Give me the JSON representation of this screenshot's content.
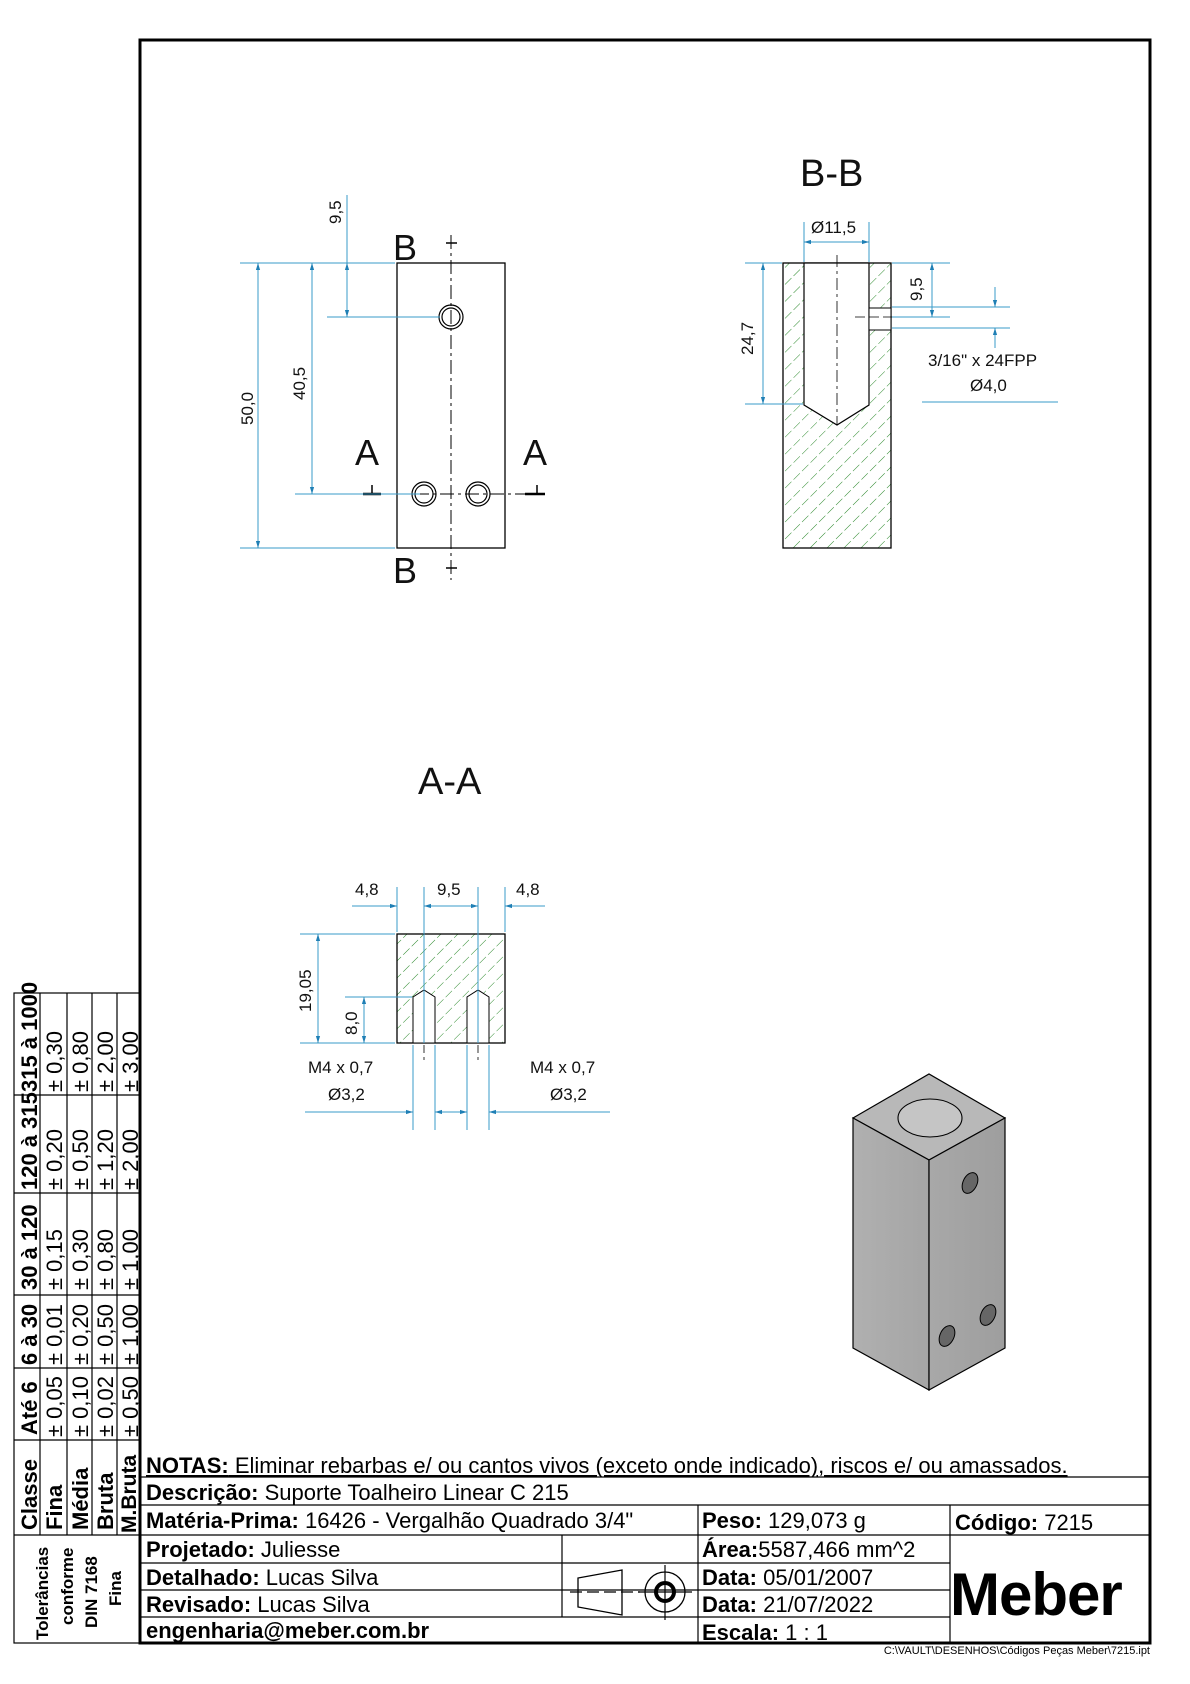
{
  "views": {
    "top": {
      "section_labels": {
        "b_top": "B",
        "b_bottom": "B",
        "a_left": "A",
        "a_right": "A"
      },
      "dims": {
        "overall_height": "50,0",
        "hole_pair_offset": "40,5",
        "top_hole_offset": "9,5"
      }
    },
    "section_bb": {
      "title": "B-B",
      "dims": {
        "bore_diameter": "Ø11,5",
        "bore_depth": "24,7",
        "side_hole_offset": "9,5",
        "thread_spec": "3/16\" x 24FPP",
        "thread_drill": "Ø4,0"
      }
    },
    "section_aa": {
      "title": "A-A",
      "dims": {
        "left_edge": "4,8",
        "hole_spacing": "9,5",
        "right_edge": "4,8",
        "height": "19,05",
        "hole_depth": "8,0",
        "thread_left": "M4 x 0,7",
        "drill_left": "Ø3,2",
        "thread_right": "M4 x 0,7",
        "drill_right": "Ø3,2"
      }
    },
    "iso": {
      "name": "isometric-view"
    }
  },
  "tolerance_table": {
    "header": [
      "Classe",
      "Até 6",
      "6 à 30",
      "30 à 120",
      "120 à 315",
      "315 à 1000"
    ],
    "rows": [
      [
        "Fina",
        "± 0,05",
        "± 0,01",
        "± 0,15",
        "± 0,20",
        "± 0,30"
      ],
      [
        "Média",
        "± 0,10",
        "± 0,20",
        "± 0,30",
        "± 0,50",
        "± 0,80"
      ],
      [
        "Bruta",
        "± 0,02",
        "± 0,50",
        "± 0,80",
        "± 1,20",
        "± 2,00"
      ],
      [
        "M.Bruta",
        "± 0,50",
        "± 1,00",
        "± 1,00",
        "± 2,00",
        "± 3,00"
      ]
    ],
    "footer": [
      "Tolerâncias",
      "conforme",
      "DIN 7168",
      "Fina"
    ]
  },
  "title_block": {
    "notes_label": "NOTAS:",
    "notes_text": " Eliminar rebarbas e/ ou cantos vivos (exceto onde indicado), riscos e/ ou amassados.",
    "descricao_label": "Descrição:",
    "descricao": " Suporte Toalheiro Linear C 215",
    "materia_label": "Matéria-Prima:",
    "materia": " 16426 - Vergalhão Quadrado 3/4\"",
    "peso_label": "Peso:",
    "peso": " 129,073 g",
    "codigo_label": "Código:",
    "codigo": " 7215",
    "projetado_label": "Projetado:",
    "projetado": " Juliesse",
    "area_label": "Área:",
    "area": "5587,466 mm^2",
    "detalhado_label": "Detalhado:",
    "detalhado": " Lucas Silva",
    "data1_label": "Data:",
    "data1": " 05/01/2007",
    "revisado_label": "Revisado:",
    "revisado": " Lucas Silva",
    "data2_label": "Data:",
    "data2": " 21/07/2022",
    "email": "engenharia@meber.com.br",
    "escala_label": "Escala:",
    "escala": " 1 : 1",
    "logo": "Meber",
    "projection_symbol": "first-angle-projection-icon"
  },
  "file_path": "C:\\VAULT\\DESENHOS\\Códigos Peças Meber\\7215.ipt",
  "colors": {
    "dimension": "#3a9bc8",
    "hatch": "#2e8b2e",
    "line": "#000000",
    "iso_fill": "#a9a9a9"
  }
}
